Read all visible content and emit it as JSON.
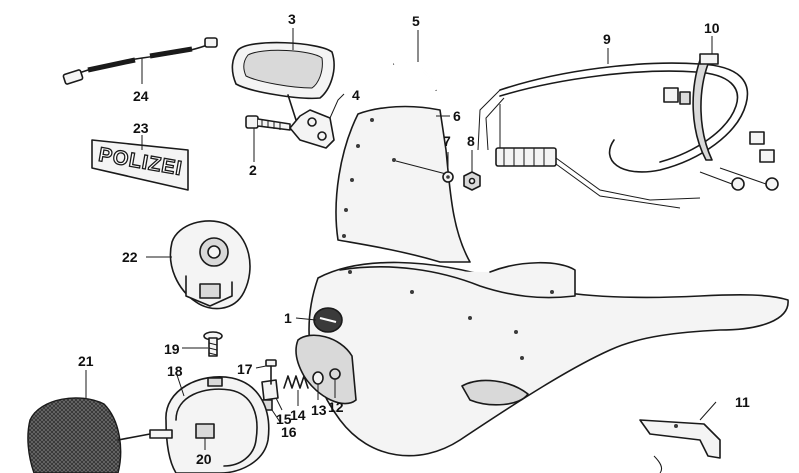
{
  "diagram": {
    "badge_text": "POLIZEI",
    "callouts": [
      {
        "id": "1",
        "label": "1"
      },
      {
        "id": "2",
        "label": "2"
      },
      {
        "id": "3",
        "label": "3"
      },
      {
        "id": "4",
        "label": "4"
      },
      {
        "id": "5",
        "label": "5"
      },
      {
        "id": "6",
        "label": "6"
      },
      {
        "id": "7",
        "label": "7"
      },
      {
        "id": "8",
        "label": "8"
      },
      {
        "id": "9",
        "label": "9"
      },
      {
        "id": "10",
        "label": "10"
      },
      {
        "id": "11",
        "label": "11"
      },
      {
        "id": "12",
        "label": "12"
      },
      {
        "id": "13",
        "label": "13"
      },
      {
        "id": "14",
        "label": "14"
      },
      {
        "id": "15",
        "label": "15"
      },
      {
        "id": "16",
        "label": "16"
      },
      {
        "id": "17",
        "label": "17"
      },
      {
        "id": "18",
        "label": "18"
      },
      {
        "id": "19",
        "label": "19"
      },
      {
        "id": "20",
        "label": "20"
      },
      {
        "id": "21",
        "label": "21"
      },
      {
        "id": "22",
        "label": "22"
      },
      {
        "id": "23",
        "label": "23"
      },
      {
        "id": "24",
        "label": "24"
      }
    ]
  }
}
